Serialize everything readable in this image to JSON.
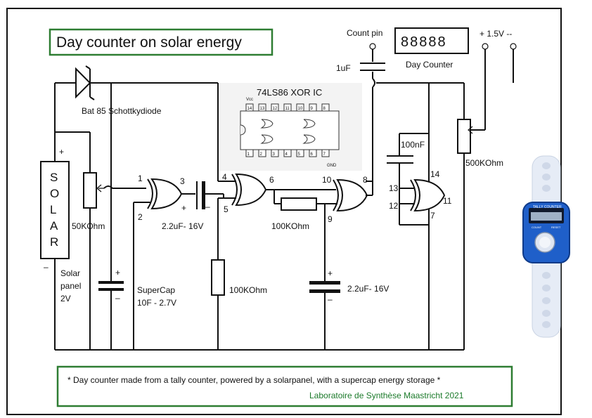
{
  "title": "Day counter on solar energy",
  "count_pin": "Count pin",
  "cap_1uf": "1uF",
  "display_digits": "88888",
  "day_counter": "Day Counter",
  "supply": "+ 1.5V --",
  "diode": "Bat 85 Schottkydiode",
  "ic_name": "74LS86 XOR IC",
  "ic_vcc": "Vcc",
  "ic_gnd": "GND",
  "ic_top_pins": [
    "14",
    "13",
    "12",
    "11",
    "10",
    "9",
    "8"
  ],
  "ic_bottom_pins": [
    "1",
    "2",
    "3",
    "4",
    "5",
    "6",
    "7"
  ],
  "cap_100nf": "100nF",
  "pot_500k": "500KOhm",
  "solar_letters": [
    "S",
    "O",
    "L",
    "A",
    "R"
  ],
  "plus": "+",
  "minus": "–",
  "solar_label": [
    "Solar",
    "panel",
    "2V"
  ],
  "pot_50k": "50KOhm",
  "supercap": [
    "SuperCap",
    "10F - 2.7V"
  ],
  "cap_22uf_a": "2.2uF- 16V",
  "res_100k_a": "100KOhm",
  "res_100k_b": "100KOhm",
  "cap_22uf_b": "2.2uF- 16V",
  "gate_pins": [
    "1",
    "2",
    "3",
    "4",
    "5",
    "6",
    "10",
    "9",
    "8",
    "13",
    "12",
    "14",
    "11",
    "7"
  ],
  "footer_line1": "* Day counter made from a tally counter, powered by a solarpanel, with a supercap energy storage *",
  "footer_line2": "Laboratoire de Synthèse   Maastricht 2021",
  "tally_title": "TALLY COUNTER",
  "tally_count": "COUNT",
  "tally_reset": "RESET",
  "colors": {
    "green_border": "#2e7d32",
    "footer_green": "#1b7a2a",
    "tally_blue": "#1f5fc9"
  }
}
